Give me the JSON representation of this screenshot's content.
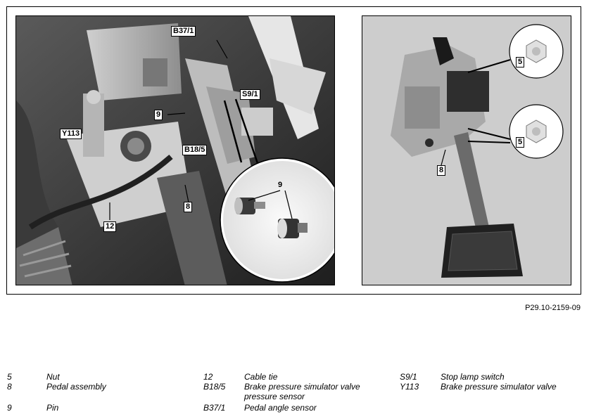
{
  "left_photo": {
    "labels": {
      "b37_1": "B37/1",
      "s9_1": "S9/1",
      "nine_a": "9",
      "y113": "Y113",
      "b18_5": "B18/5",
      "eight": "8",
      "twelve": "12",
      "nine_b": "9"
    }
  },
  "right_photo": {
    "labels": {
      "five_a": "5",
      "five_b": "5",
      "eight": "8"
    }
  },
  "figure_ref": "P29.10-2159-09",
  "legend": {
    "col1": [
      {
        "code": "5",
        "desc": "Nut"
      },
      {
        "code": "8",
        "desc": "Pedal assembly"
      },
      {
        "code": "9",
        "desc": "Pin"
      }
    ],
    "col2": [
      {
        "code": "12",
        "desc": "Cable tie"
      },
      {
        "code": "B18/5",
        "desc": "Brake pressure simulator valve",
        "desc2": "pressure sensor"
      },
      {
        "code": "B37/1",
        "desc": "Pedal angle sensor"
      }
    ],
    "col3": [
      {
        "code": "S9/1",
        "desc": "Stop lamp switch"
      },
      {
        "code": "Y113",
        "desc": "Brake pressure simulator valve"
      }
    ]
  }
}
